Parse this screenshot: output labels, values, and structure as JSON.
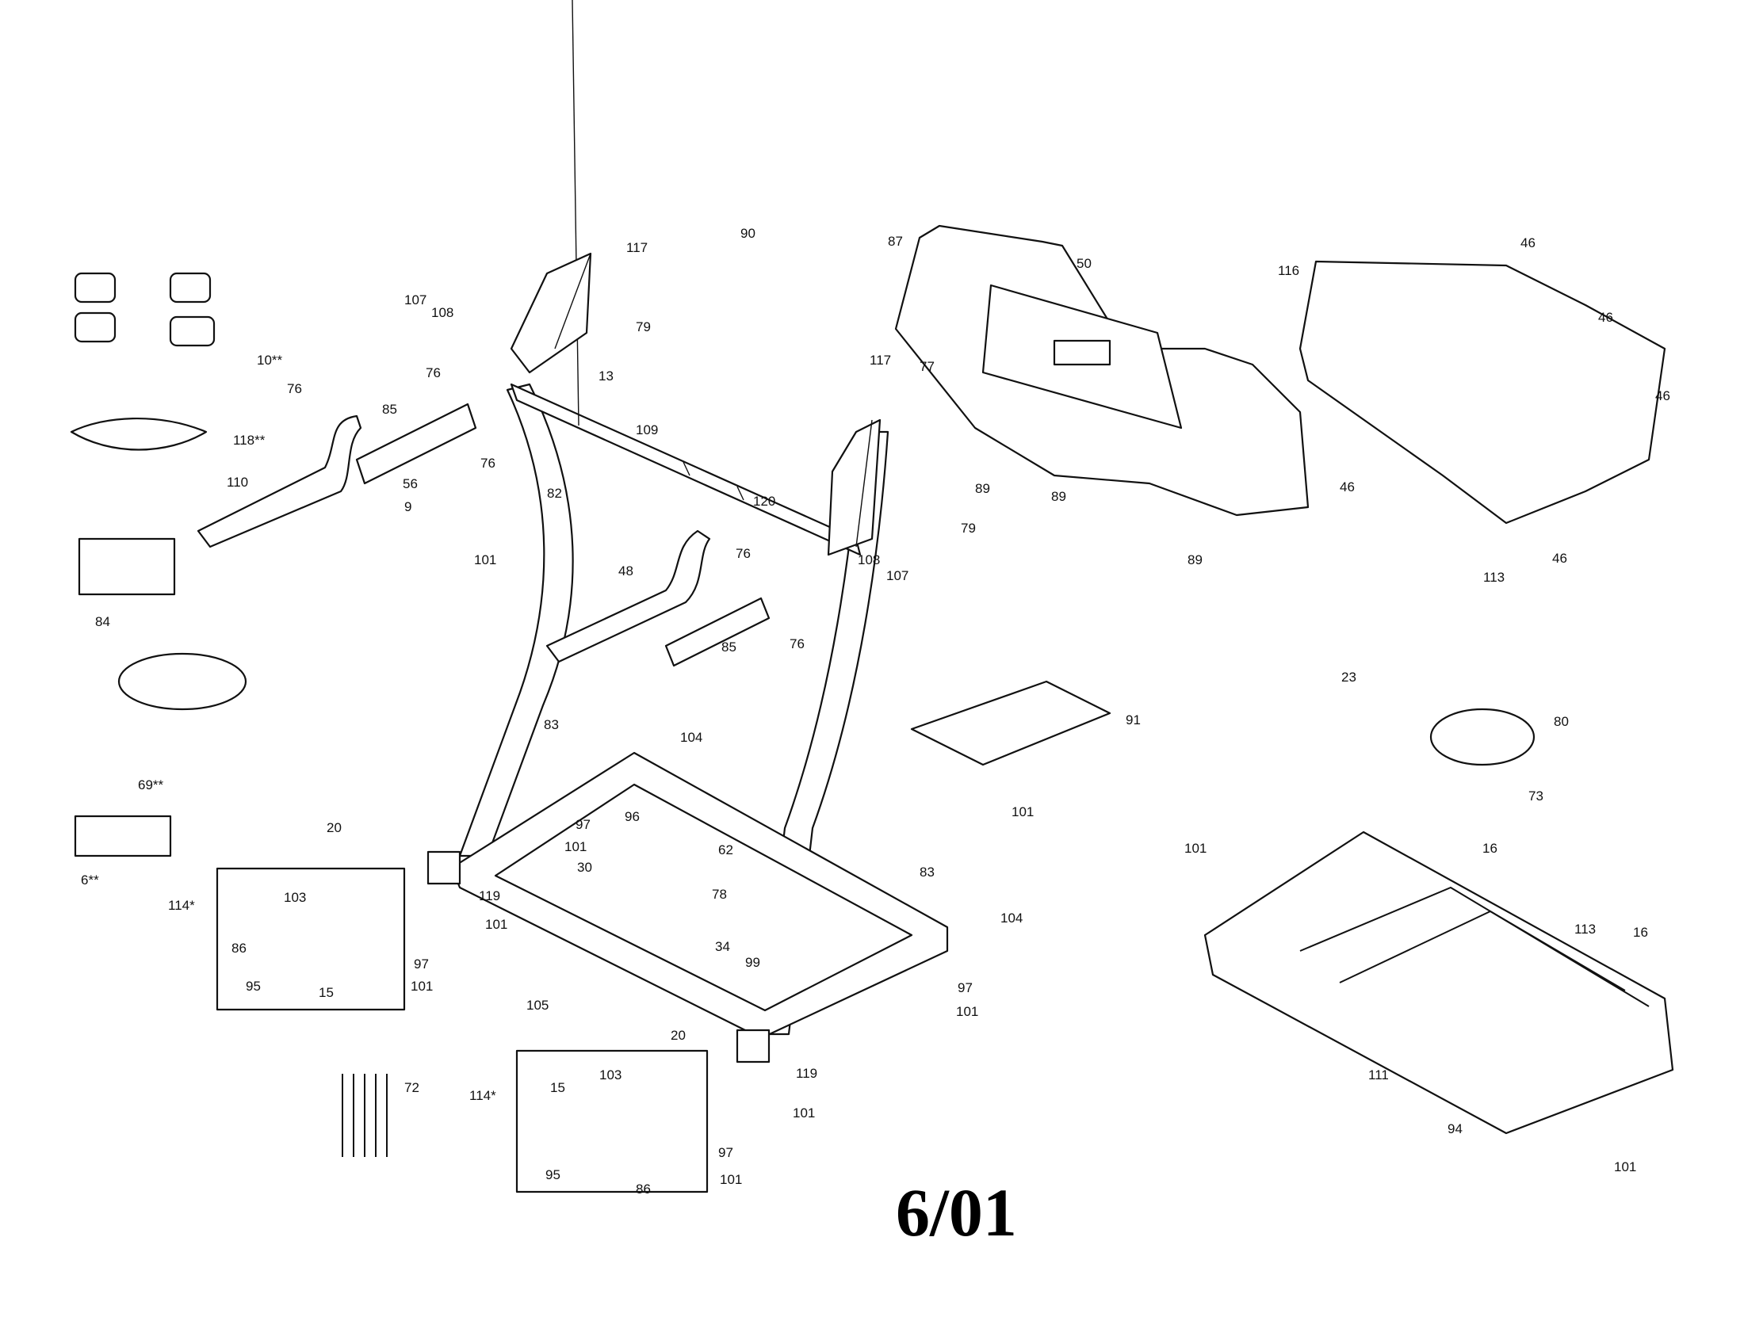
{
  "page_code": "6/01",
  "callouts": [
    {
      "id": "117a",
      "text": "117"
    },
    {
      "id": "90",
      "text": "90"
    },
    {
      "id": "87",
      "text": "87"
    },
    {
      "id": "50",
      "text": "50"
    },
    {
      "id": "46a",
      "text": "46"
    },
    {
      "id": "116",
      "text": "116"
    },
    {
      "id": "107a",
      "text": "107"
    },
    {
      "id": "108a",
      "text": "108"
    },
    {
      "id": "79a",
      "text": "79"
    },
    {
      "id": "10",
      "text": "10**"
    },
    {
      "id": "13",
      "text": "13"
    },
    {
      "id": "76a",
      "text": "76"
    },
    {
      "id": "76b",
      "text": "76"
    },
    {
      "id": "85a",
      "text": "85"
    },
    {
      "id": "117b",
      "text": "117"
    },
    {
      "id": "77",
      "text": "77"
    },
    {
      "id": "46b",
      "text": "46"
    },
    {
      "id": "46c",
      "text": "46"
    },
    {
      "id": "118",
      "text": "118**"
    },
    {
      "id": "109",
      "text": "109"
    },
    {
      "id": "76c",
      "text": "76"
    },
    {
      "id": "110",
      "text": "110"
    },
    {
      "id": "56",
      "text": "56"
    },
    {
      "id": "82",
      "text": "82"
    },
    {
      "id": "89a",
      "text": "89"
    },
    {
      "id": "89b",
      "text": "89"
    },
    {
      "id": "46d",
      "text": "46"
    },
    {
      "id": "9",
      "text": "9"
    },
    {
      "id": "120",
      "text": "120"
    },
    {
      "id": "79b",
      "text": "79"
    },
    {
      "id": "101a",
      "text": "101"
    },
    {
      "id": "76d",
      "text": "76"
    },
    {
      "id": "108b",
      "text": "108"
    },
    {
      "id": "89c",
      "text": "89"
    },
    {
      "id": "46e",
      "text": "46"
    },
    {
      "id": "48",
      "text": "48"
    },
    {
      "id": "107b",
      "text": "107"
    },
    {
      "id": "113a",
      "text": "113"
    },
    {
      "id": "84",
      "text": "84"
    },
    {
      "id": "76e",
      "text": "76"
    },
    {
      "id": "85b",
      "text": "85"
    },
    {
      "id": "23",
      "text": "23"
    },
    {
      "id": "83a",
      "text": "83"
    },
    {
      "id": "104a",
      "text": "104"
    },
    {
      "id": "91",
      "text": "91"
    },
    {
      "id": "80",
      "text": "80"
    },
    {
      "id": "69",
      "text": "69**"
    },
    {
      "id": "73",
      "text": "73"
    },
    {
      "id": "96",
      "text": "96"
    },
    {
      "id": "101b",
      "text": "101"
    },
    {
      "id": "97a",
      "text": "97"
    },
    {
      "id": "101c",
      "text": "101"
    },
    {
      "id": "20a",
      "text": "20"
    },
    {
      "id": "62",
      "text": "62"
    },
    {
      "id": "6",
      "text": "6**"
    },
    {
      "id": "30",
      "text": "30"
    },
    {
      "id": "101d",
      "text": "101"
    },
    {
      "id": "16a",
      "text": "16"
    },
    {
      "id": "83b",
      "text": "83"
    },
    {
      "id": "114a",
      "text": "114*"
    },
    {
      "id": "103a",
      "text": "103"
    },
    {
      "id": "78",
      "text": "78"
    },
    {
      "id": "119a",
      "text": "119"
    },
    {
      "id": "101e",
      "text": "101"
    },
    {
      "id": "104b",
      "text": "104"
    },
    {
      "id": "113b",
      "text": "113"
    },
    {
      "id": "16b",
      "text": "16"
    },
    {
      "id": "86a",
      "text": "86"
    },
    {
      "id": "34",
      "text": "34"
    },
    {
      "id": "99",
      "text": "99"
    },
    {
      "id": "97b",
      "text": "97"
    },
    {
      "id": "95a",
      "text": "95"
    },
    {
      "id": "15a",
      "text": "15"
    },
    {
      "id": "101f",
      "text": "101"
    },
    {
      "id": "97c",
      "text": "97"
    },
    {
      "id": "105",
      "text": "105"
    },
    {
      "id": "101g",
      "text": "101"
    },
    {
      "id": "20b",
      "text": "20"
    },
    {
      "id": "111",
      "text": "111"
    },
    {
      "id": "119b",
      "text": "119"
    },
    {
      "id": "72",
      "text": "72"
    },
    {
      "id": "15b",
      "text": "15"
    },
    {
      "id": "103b",
      "text": "103"
    },
    {
      "id": "114b",
      "text": "114*"
    },
    {
      "id": "101h",
      "text": "101"
    },
    {
      "id": "94",
      "text": "94"
    },
    {
      "id": "97d",
      "text": "97"
    },
    {
      "id": "95b",
      "text": "95"
    },
    {
      "id": "86b",
      "text": "86"
    },
    {
      "id": "101i",
      "text": "101"
    },
    {
      "id": "101j",
      "text": "101"
    }
  ]
}
